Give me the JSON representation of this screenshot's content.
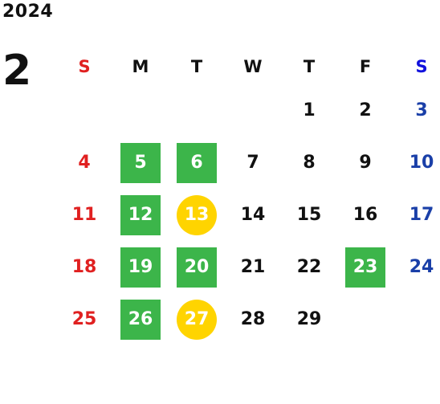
{
  "calendar": {
    "year": "2024",
    "month": "2",
    "weekdays": [
      "S",
      "M",
      "T",
      "W",
      "T",
      "F",
      "S"
    ],
    "weeks": [
      [
        "",
        "",
        "",
        "",
        "1",
        "2",
        "3"
      ],
      [
        "4",
        "5",
        "6",
        "7",
        "8",
        "9",
        "10"
      ],
      [
        "11",
        "12",
        "13",
        "14",
        "15",
        "16",
        "17"
      ],
      [
        "18",
        "19",
        "20",
        "21",
        "22",
        "23",
        "24"
      ],
      [
        "25",
        "26",
        "27",
        "28",
        "29",
        "",
        ""
      ]
    ],
    "highlight_colors": {
      "green": "#3cb54a",
      "yellow": "#ffd400",
      "sunday": "#e02020",
      "saturday": "#1a3fa8"
    },
    "green_days": [
      "5",
      "6",
      "12",
      "19",
      "20",
      "23",
      "26"
    ],
    "yellow_days": [
      "13",
      "27"
    ]
  }
}
